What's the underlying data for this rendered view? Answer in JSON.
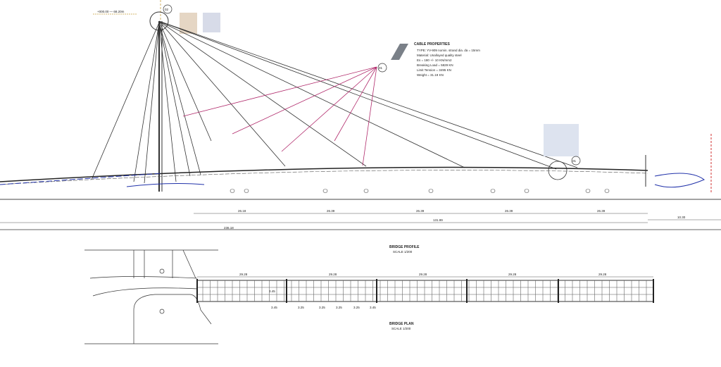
{
  "elevation_marker": "+000.00 — 68.20m",
  "callouts": {
    "pylon": "02",
    "cable": "01",
    "anchor": "01"
  },
  "cable_properties": {
    "title": "CABLE PROPERTIES",
    "lines": [
      "TYPE: YV-909 nomin. strand dia. da = 15mm",
      "Material: Unalloyed quality steel",
      "Es = 180 +/- 10 KN/mm2",
      "Breaking Load = 5829 KN",
      "Limit Tension = 3495 KN",
      "Weight = 31.19 KN"
    ]
  },
  "profile_dimensions": {
    "spans": [
      "26.18",
      "26.39",
      "26.39",
      "26.39",
      "26.39"
    ],
    "main": "131.99",
    "side": "10.30",
    "total": "236.18"
  },
  "profile_title": "BRIDGE PROFILE",
  "profile_scale": "SCALE 1/200",
  "plan_title": "BRIDGE PLAN",
  "plan_scale": "SCALE 1/200",
  "plan_dimensions": {
    "spans": [
      "29.28",
      "29.28",
      "29.28",
      "29.28",
      "29.28"
    ],
    "bottom": [
      "3.45",
      "3.25",
      "3.25",
      "3.25",
      "3.25",
      "3.45"
    ],
    "width": "3.45"
  },
  "colors": {
    "cable": "#333333",
    "stay_accent": "#b0286a",
    "road": "#2233aa"
  }
}
